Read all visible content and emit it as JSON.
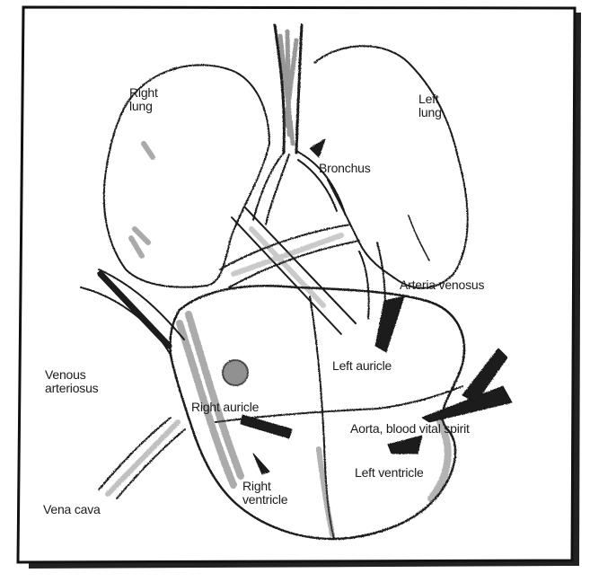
{
  "labels": {
    "right_lung": [
      "Right",
      "lung"
    ],
    "left_lung": [
      "Left",
      "lung"
    ],
    "bronchus": "Bronchus",
    "arteria_venosus": "Arteria venosus",
    "venous_arteriosus": [
      "Venous",
      "arteriosus"
    ],
    "left_auricle": "Left auricle",
    "right_auricle": "Right auricle",
    "aorta": "Aorta, blood vital spirit",
    "left_ventricle": "Left ventricle",
    "right_ventricle": [
      "Right",
      "ventricle"
    ],
    "vena_cava": "Vena cava"
  },
  "colors": {
    "ink": "#1a1a1a",
    "background": "#ffffff",
    "frame": "#111111"
  }
}
